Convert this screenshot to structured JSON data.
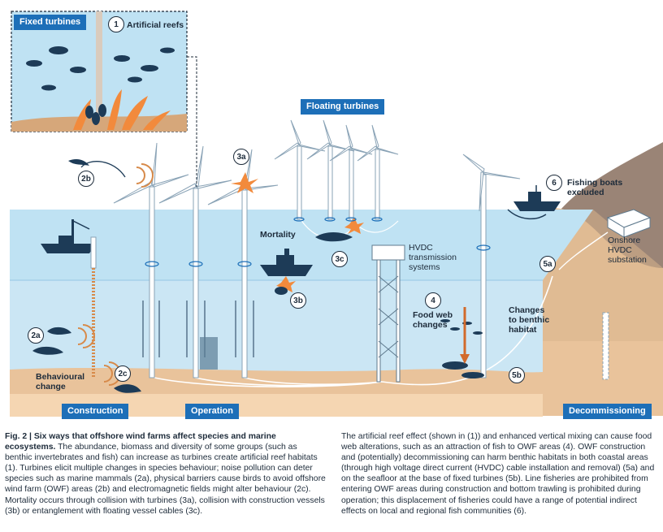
{
  "figure": {
    "tags": {
      "fixed_turbines": "Fixed turbines",
      "floating_turbines": "Floating turbines",
      "construction": "Construction",
      "operation": "Operation",
      "decommissioning": "Decommissioning"
    },
    "markers": {
      "m1": "1",
      "m2a": "2a",
      "m2b": "2b",
      "m2c": "2c",
      "m3a": "3a",
      "m3b": "3b",
      "m3c": "3c",
      "m4": "4",
      "m5a": "5a",
      "m5b": "5b",
      "m6": "6"
    },
    "labels": {
      "artificial_reefs": "Artificial reefs",
      "mortality": "Mortality",
      "hvdc": "HVDC\ntransmission\nsystems",
      "food_web": "Food web\nchanges",
      "benthic": "Changes\nto benthic\nhabitat",
      "fishing_boats": "Fishing boats\nexcluded",
      "onshore": "Onshore\nHVDC\nsubstation",
      "behavioural": "Behavioural\nchange"
    },
    "colors": {
      "sea_surface": "#bfe2f3",
      "water": "#cbe6f4",
      "seabed": "#e9c39b",
      "land": "#9a8476",
      "accent": "#1d6fb8",
      "coral": "#f28a3c"
    }
  },
  "caption": {
    "fig_label": "Fig. 2 | Six ways that offshore wind farms affect species and marine ecosystems.",
    "left_text": " The abundance, biomass and diversity of some groups (such as benthic invertebrates and fish) can increase as turbines create artificial reef habitats (1). Turbines elicit multiple changes in species behaviour; noise pollution can deter species such as marine mammals (2a), physical barriers cause birds to avoid offshore wind farm (OWF) areas (2b) and electromagnetic fields might alter behaviour (2c). Mortality occurs through collision with turbines (3a), collision with construction vessels (3b) or entanglement with floating vessel cables (3c).",
    "right_text": "The artificial reef effect (shown in (1)) and enhanced vertical mixing can cause food web alterations, such as an attraction of fish to OWF areas (4). OWF construction and (potentially) decommissioning can harm benthic habitats in both coastal areas (through high voltage direct current (HVDC) cable installation and removal) (5a) and on the seafloor at the base of fixed turbines (5b). Line fisheries are prohibited from entering OWF areas during construction and bottom trawling is prohibited during operation; this displacement of fisheries could have a range of potential indirect effects on local and regional fish communities (6)."
  }
}
